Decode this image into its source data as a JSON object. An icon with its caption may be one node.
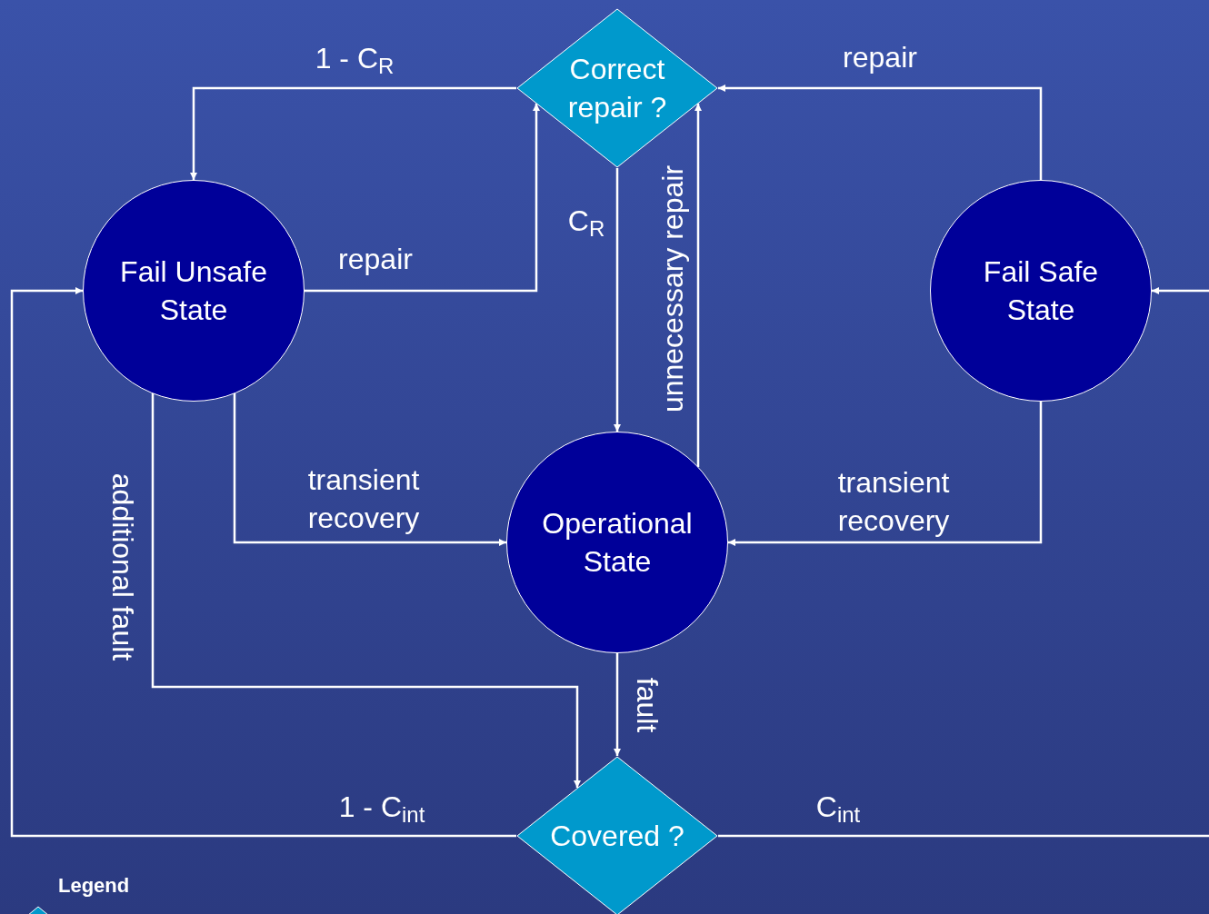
{
  "diagram": {
    "nodes": [
      {
        "text": [
          "Correct repair ?"
        ]
      },
      {
        "text": [
          "Fail Unsafe State"
        ]
      },
      {
        "text": [
          "Fail Safe State"
        ]
      },
      {
        "text": [
          "Operational State"
        ]
      },
      {
        "text": [
          "Covered ?"
        ]
      }
    ],
    "edges": [
      {
        "from": 0,
        "to": 1,
        "arrow": "to",
        "label": "1 - C$_{R}$"
      },
      {
        "from": 1,
        "to": 0,
        "arrow": "to",
        "label": "repair"
      },
      {
        "from": 0,
        "to": 3,
        "arrow": "to",
        "label": "C$_{R}$"
      },
      {
        "from": 3,
        "to": 0,
        "arrow": "to",
        "label": "unnecessary repair"
      },
      {
        "from": 2,
        "to": 0,
        "arrow": "to",
        "label": "repair"
      },
      {
        "from": 1,
        "to": 3,
        "arrow": "to",
        "label": "transient recovery"
      },
      {
        "from": 2,
        "to": 3,
        "arrow": "to",
        "label": "transient recovery"
      },
      {
        "from": 3,
        "to": 4,
        "arrow": "to",
        "label": "fault"
      },
      {
        "from": 1,
        "to": 4,
        "arrow": "to",
        "label": "additional fault"
      },
      {
        "from": 4,
        "to": 1,
        "arrow": "to",
        "label": "1 - C$_{int}$"
      },
      {
        "from": 4,
        "to": null,
        "arrow": "none",
        "label": "C$_{int}$"
      },
      {
        "from": null,
        "to": 2,
        "arrow": "to"
      }
    ],
    "labels": [
      "Legend"
    ]
  }
}
